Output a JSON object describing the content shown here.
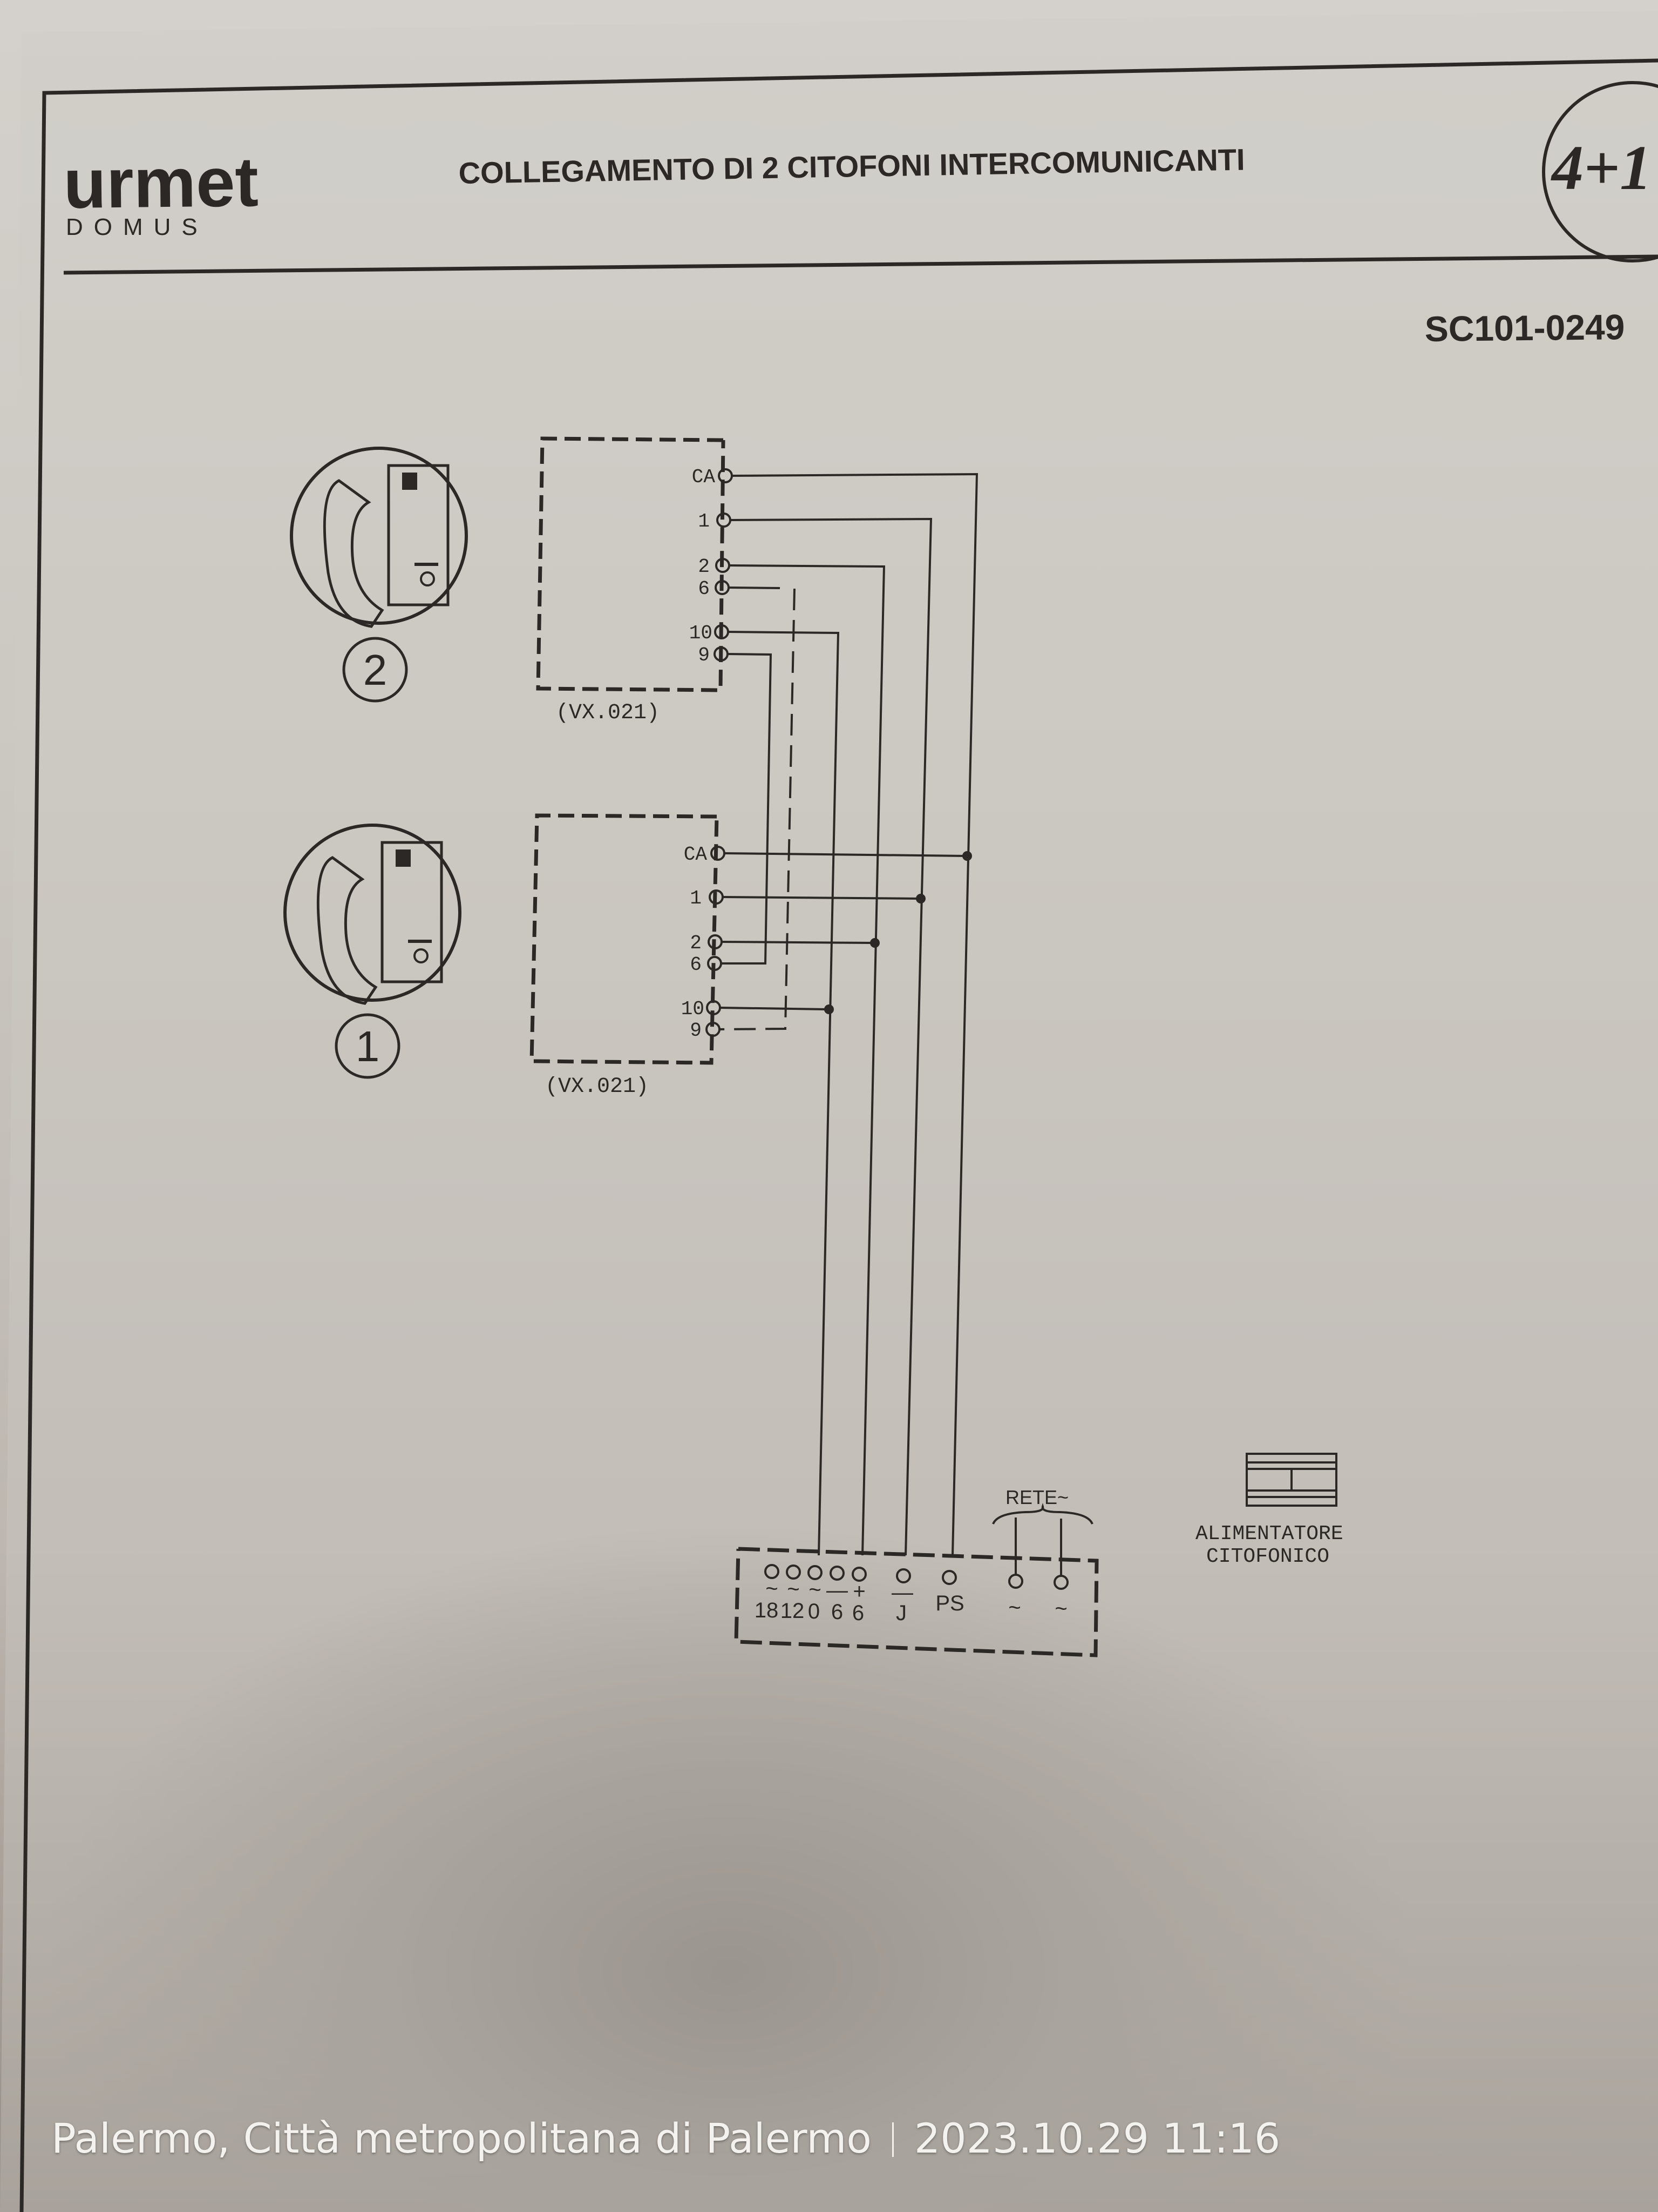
{
  "brand": {
    "name": "urmet",
    "sub": "DOMUS"
  },
  "title": "COLLEGAMENTO DI 2 CITOFONI INTERCOMUNICANTI",
  "badge": "4+1",
  "code": "SC101-0249",
  "units": [
    {
      "number": "2",
      "model": "(VX.021)",
      "terminals": [
        "CA",
        "1",
        "2",
        "6",
        "10",
        "9"
      ]
    },
    {
      "number": "1",
      "model": "(VX.021)",
      "terminals": [
        "CA",
        "1",
        "2",
        "6",
        "10",
        "9"
      ]
    }
  ],
  "power_unit": {
    "mains_label": "RETE~",
    "name_line1": "ALIMENTATORE",
    "name_line2": "CITOFONICO",
    "terminal_top": [
      "~",
      "~",
      "~",
      "—",
      "+"
    ],
    "terminal_bottom": [
      "18",
      "12",
      "0",
      "6",
      "6"
    ],
    "j_top": "—",
    "j_bottom": "J",
    "ps": "PS",
    "ac1": "~",
    "ac2": "~"
  },
  "photo_stamp": {
    "location": "Palermo, Città metropolitana di Palermo",
    "datetime": "2023.10.29 11:16"
  }
}
